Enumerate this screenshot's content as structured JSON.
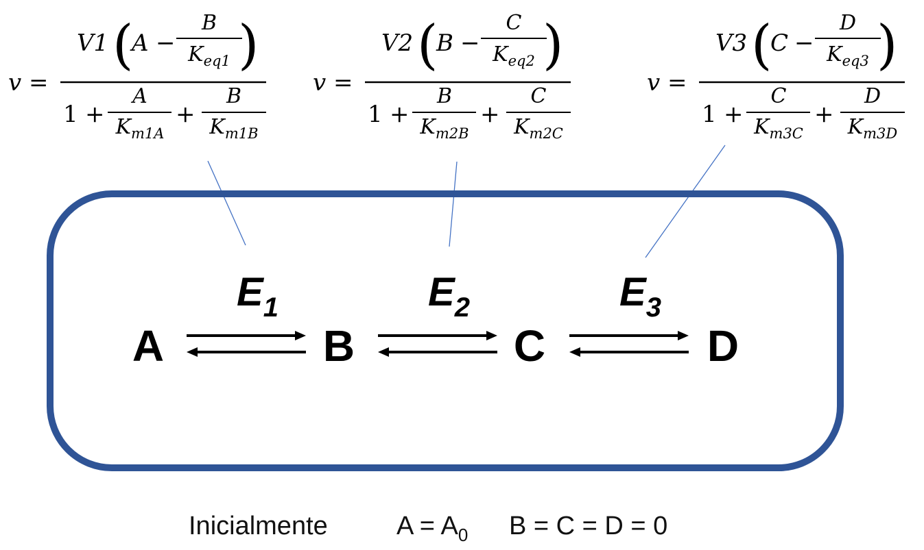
{
  "equations": [
    {
      "lhs": "v = ",
      "vmax": "V1",
      "num_a": "A",
      "num_b": "B",
      "keq": "eq1",
      "den_one": "1",
      "den_a": "A",
      "km_a": "m1A",
      "den_b": "B",
      "km_b": "m1B"
    },
    {
      "lhs": "v = ",
      "vmax": "V2",
      "num_a": "B",
      "num_b": "C",
      "keq": "eq2",
      "den_one": "1",
      "den_a": "B",
      "km_a": "m2B",
      "den_b": "C",
      "km_b": "m2C"
    },
    {
      "lhs": "v = ",
      "vmax": "V3",
      "num_a": "C",
      "num_b": "D",
      "keq": "eq3",
      "den_one": "1",
      "den_a": "C",
      "km_a": "m3C",
      "den_b": "D",
      "km_b": "m3D"
    }
  ],
  "pathway": {
    "species": [
      "A",
      "B",
      "C",
      "D"
    ],
    "enzymes": [
      {
        "base": "E",
        "sub": "1"
      },
      {
        "base": "E",
        "sub": "2"
      },
      {
        "base": "E",
        "sub": "3"
      }
    ]
  },
  "colors": {
    "box_stroke": "#2f5496",
    "connector": "#4472c4",
    "text": "#000000"
  },
  "footer": {
    "label": "Inicialmente",
    "cond1_lhs": "A = A",
    "cond1_sub": "0",
    "cond2": "B = C = D = 0"
  }
}
